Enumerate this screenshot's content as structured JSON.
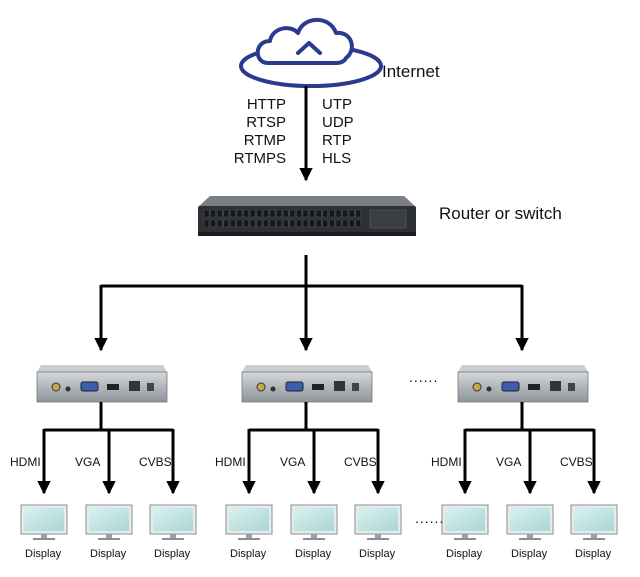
{
  "internet": {
    "label": "Internet",
    "icon": "cloud-upload-icon"
  },
  "protocols": {
    "left": [
      "HTTP",
      "RTSP",
      "RTMP",
      "RTMPS"
    ],
    "right": [
      "UTP",
      "UDP",
      "RTP",
      "HLS"
    ]
  },
  "router": {
    "label": "Router or switch"
  },
  "ellipsis": "......",
  "decoders": [
    {
      "outputs": [
        {
          "signal": "HDMI",
          "display": "Display"
        },
        {
          "signal": "VGA",
          "display": "Display"
        },
        {
          "signal": "CVBS",
          "display": "Display"
        }
      ]
    },
    {
      "outputs": [
        {
          "signal": "HDMI",
          "display": "Display"
        },
        {
          "signal": "VGA",
          "display": "Display"
        },
        {
          "signal": "CVBS",
          "display": "Display"
        }
      ]
    },
    {
      "outputs": [
        {
          "signal": "HDMI",
          "display": "Display"
        },
        {
          "signal": "VGA",
          "display": "Display"
        },
        {
          "signal": "CVBS",
          "display": "Display"
        }
      ]
    }
  ],
  "colors": {
    "cloud": "#2b3a8f",
    "line": "#000000",
    "screen": "#bfe3e2",
    "device": "#9aa0a6"
  }
}
